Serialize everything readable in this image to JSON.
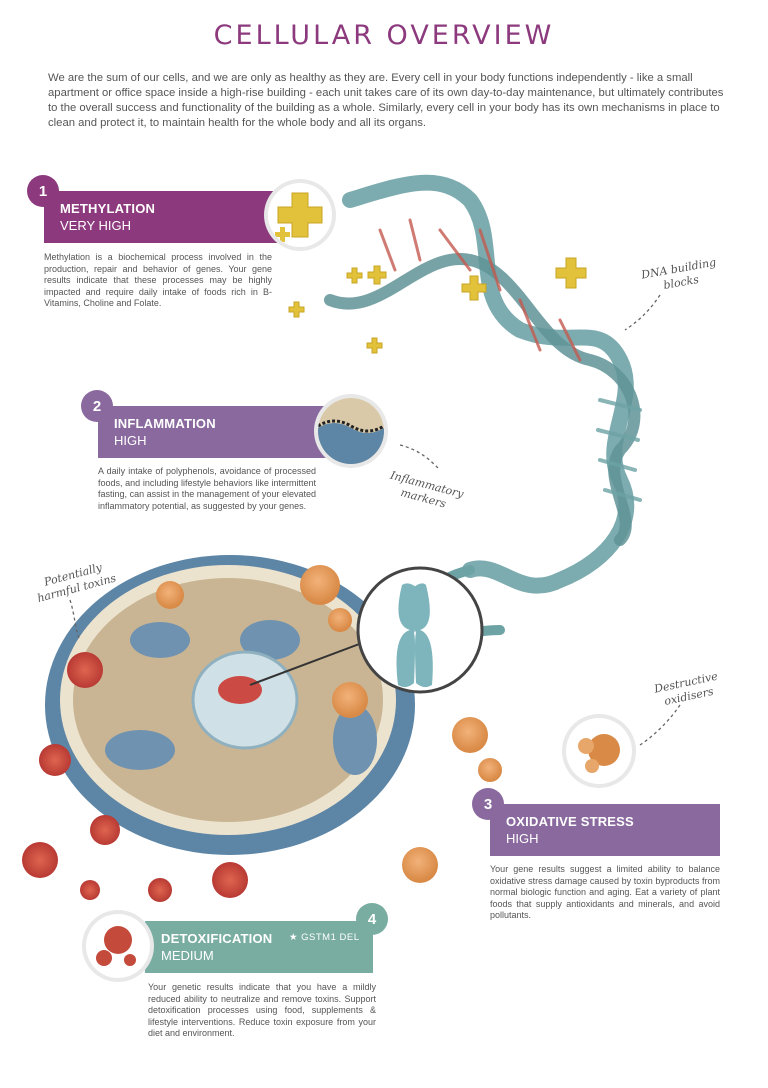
{
  "title": "CELLULAR OVERVIEW",
  "intro": "We are the sum of our cells, and we are only as healthy as they are. Every cell in your body functions independently - like a small apartment or office space inside a high-rise building - each unit takes care of its own day-to-day maintenance, but ultimately contributes to the overall success and functionality of the building as a whole. Similarly, every cell in your body has its own mechanisms in place to clean and protect it, to maintain health for the whole body and all its organs.",
  "colors": {
    "purple": "#8c3a7d",
    "lavender": "#8a6a9e",
    "teal": "#7aada1",
    "dna": "#6ea3a6"
  },
  "sections": [
    {
      "number": "1",
      "heading": "METHYLATION",
      "level": "VERY HIGH",
      "description": "Methylation is a biochemical process involved in the production, repair and behavior of genes. Your gene results indicate that these processes may be highly impacted and require daily intake of foods rich in B-Vitamins, Choline and Folate.",
      "icon": "plus-cross-icon"
    },
    {
      "number": "2",
      "heading": "INFLAMMATION",
      "level": "HIGH",
      "description": "A daily intake of polyphenols, avoidance of processed foods, and including lifestyle behaviors like intermittent fasting, can assist in the management of your elevated inflammatory potential, as suggested by your genes.",
      "icon": "membrane-icon"
    },
    {
      "number": "3",
      "heading": "OXIDATIVE STRESS",
      "level": "HIGH",
      "description": "Your gene results suggest a limited ability to balance oxidative stress damage caused by toxin byproducts from normal biologic function and aging. Eat a variety of plant foods that supply antioxidants and minerals, and avoid pollutants.",
      "icon": "oxidiser-icon"
    },
    {
      "number": "4",
      "heading": "DETOXIFICATION",
      "level": "MEDIUM",
      "tag": "★ GSTM1 DEL",
      "description": "Your genetic results indicate that you have a mildly reduced ability to neutralize and remove toxins. Support detoxification processes using food, supplements & lifestyle interventions. Reduce toxin exposure from your diet and environment.",
      "icon": "toxin-icon"
    }
  ],
  "annotations": {
    "dna": "DNA building blocks",
    "inflammatory": "Inflammatory markers",
    "toxins": "Potentially harmful toxins",
    "oxidisers": "Destructive oxidisers"
  }
}
